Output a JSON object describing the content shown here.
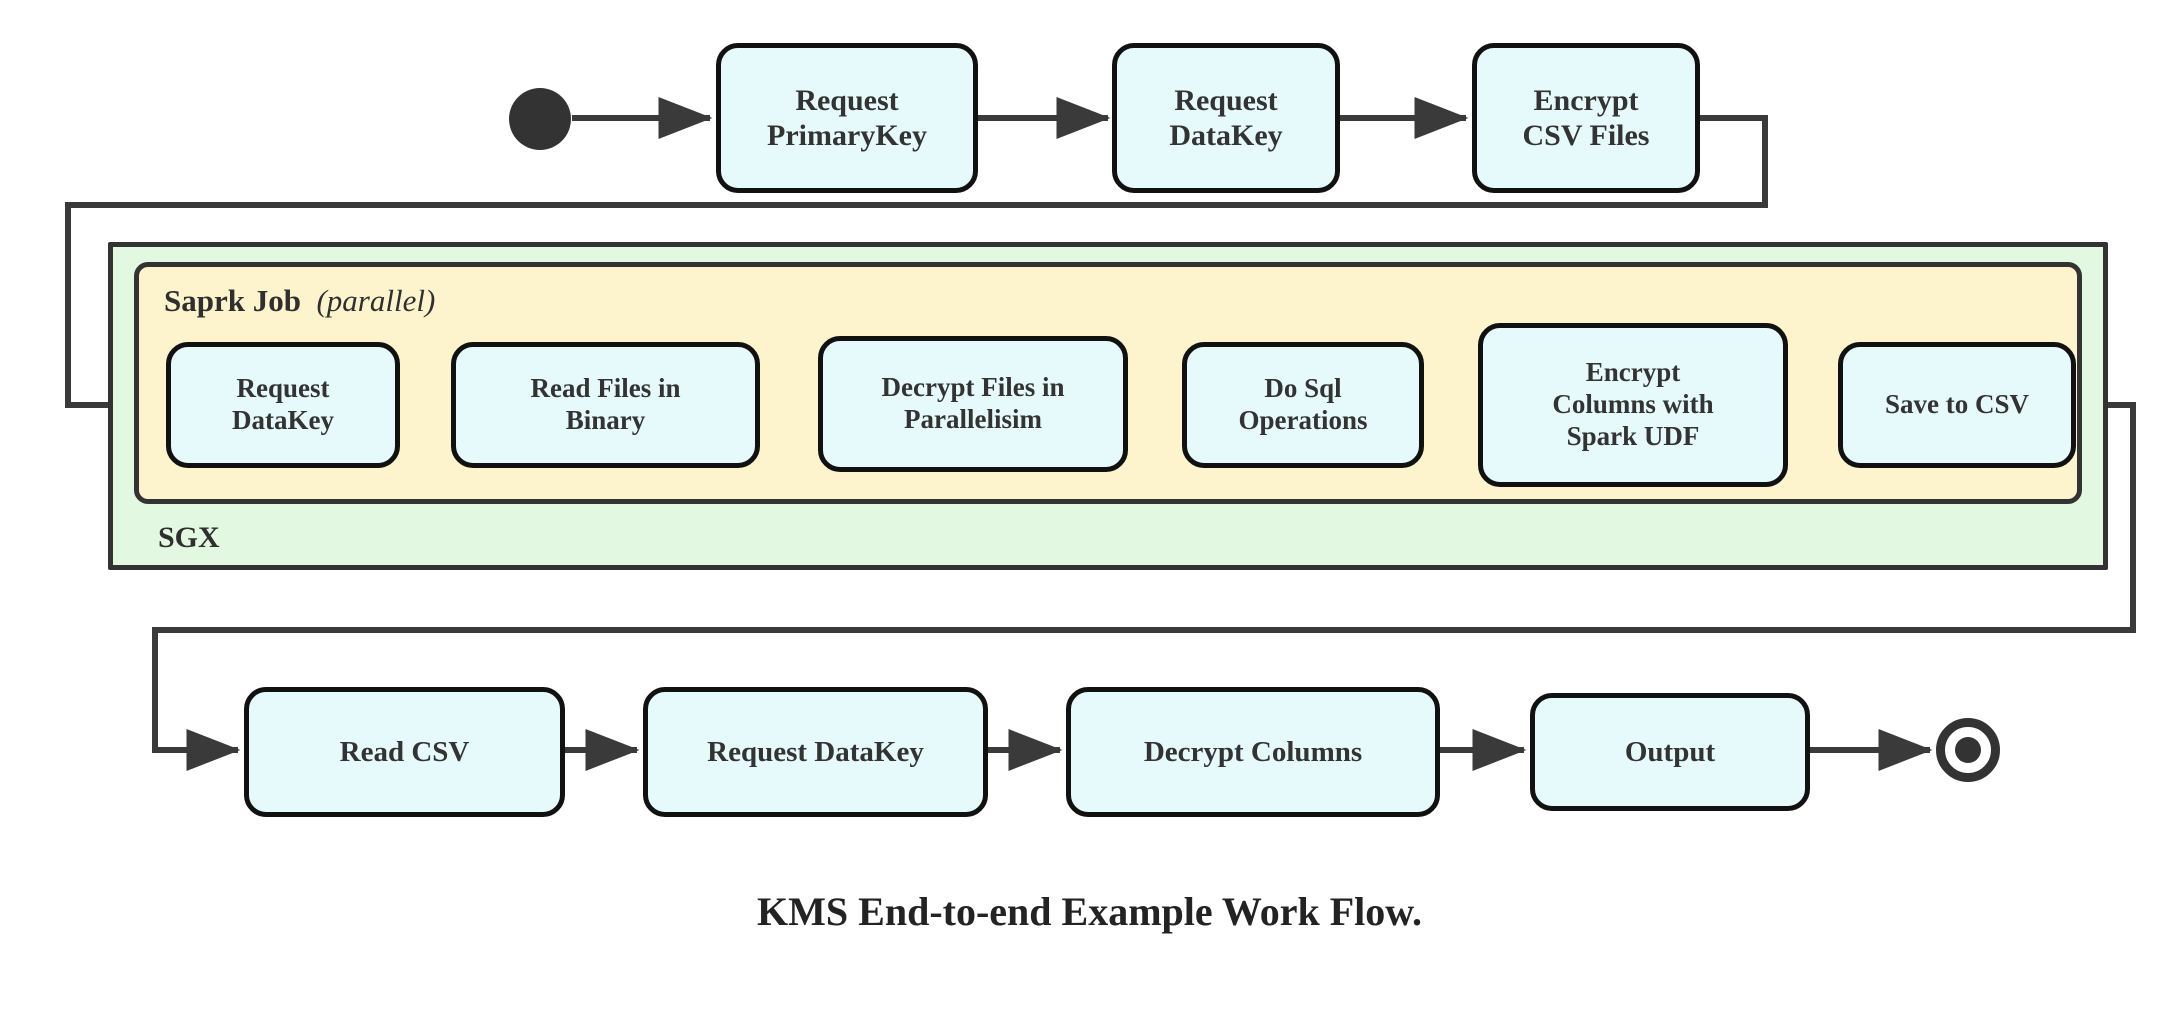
{
  "diagram": {
    "caption": "KMS End-to-end Example Work Flow.",
    "colors": {
      "node_fill": "#e6fafc",
      "node_stroke": "#111111",
      "sgx_zone_fill": "#e2f8e0",
      "spark_zone_fill": "#fdf4cd",
      "zone_stroke": "#333333",
      "connector": "#3a3a3a",
      "text": "#333333",
      "background": "#ffffff"
    },
    "zones": [
      {
        "id": "sgx",
        "label": "SGX",
        "label_suffix": "",
        "fill": "#e2f8e0"
      },
      {
        "id": "spark-job",
        "label": "Saprk Job",
        "label_suffix": "(parallel)",
        "fill": "#fdf4cd"
      }
    ],
    "nodes": {
      "start": {
        "name": "start-node",
        "kind": "initial-state"
      },
      "end": {
        "name": "end-node",
        "kind": "final-state"
      },
      "row_top": [
        {
          "id": "request-primarykey",
          "label": "Request\nPrimaryKey"
        },
        {
          "id": "request-datakey-top",
          "label": "Request\nDataKey"
        },
        {
          "id": "encrypt-csv-files",
          "label": "Encrypt\nCSV Files"
        }
      ],
      "row_spark": [
        {
          "id": "request-datakey-spark",
          "label": "Request\nDataKey"
        },
        {
          "id": "read-files-in-binary",
          "label": "Read Files in\nBinary"
        },
        {
          "id": "decrypt-files-in-parallelisim",
          "label": "Decrypt Files in\nParallelisim"
        },
        {
          "id": "do-sql-operations",
          "label": "Do Sql\nOperations"
        },
        {
          "id": "encrypt-columns-with-spark-udf",
          "label": "Encrypt\nColumns with\nSpark UDF"
        },
        {
          "id": "save-to-csv",
          "label": "Save to CSV"
        }
      ],
      "row_bottom": [
        {
          "id": "read-csv",
          "label": "Read CSV"
        },
        {
          "id": "request-datakey-bottom",
          "label": "Request DataKey"
        },
        {
          "id": "decrypt-columns",
          "label": "Decrypt Columns"
        },
        {
          "id": "output",
          "label": "Output"
        }
      ]
    },
    "flow_order": [
      "start",
      "Request PrimaryKey",
      "Request DataKey",
      "Encrypt CSV Files",
      "Request DataKey",
      "Read Files in Binary",
      "Decrypt Files in Parallelisim",
      "Do Sql Operations",
      "Encrypt Columns with Spark UDF",
      "Save to CSV",
      "Read CSV",
      "Request DataKey",
      "Decrypt Columns",
      "Output",
      "end"
    ]
  }
}
